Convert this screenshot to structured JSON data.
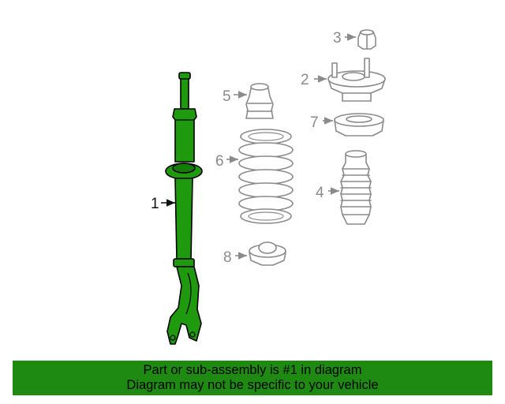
{
  "colors": {
    "highlight_part": "#1f9a0e",
    "highlight_part_dark": "#147a08",
    "other_parts": "#8a8a8a",
    "banner_background": "#1f8a12"
  },
  "callouts": [
    {
      "id": "1",
      "label": "1",
      "highlighted": true
    },
    {
      "id": "2",
      "label": "2",
      "highlighted": false
    },
    {
      "id": "3",
      "label": "3",
      "highlighted": false
    },
    {
      "id": "4",
      "label": "4",
      "highlighted": false
    },
    {
      "id": "5",
      "label": "5",
      "highlighted": false
    },
    {
      "id": "6",
      "label": "6",
      "highlighted": false
    },
    {
      "id": "7",
      "label": "7",
      "highlighted": false
    },
    {
      "id": "8",
      "label": "8",
      "highlighted": false
    }
  ],
  "banner": {
    "line1": "Part or sub-assembly is #1 in diagram",
    "line2": "Diagram may not be specific to your vehicle"
  }
}
